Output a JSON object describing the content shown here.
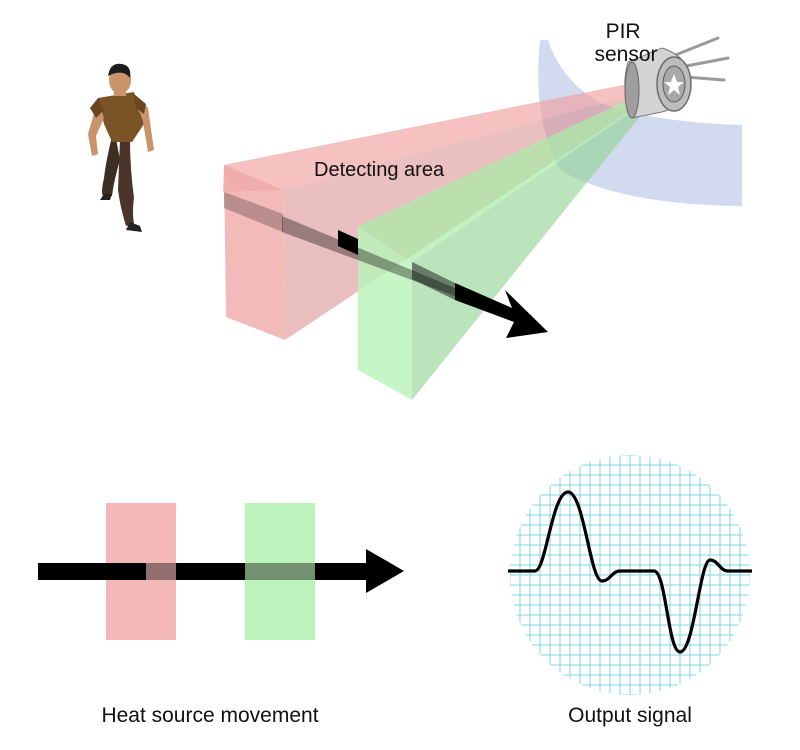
{
  "labels": {
    "sensor": [
      "PIR",
      "sensor"
    ],
    "detecting_area": "Detecting area",
    "heat_source_movement": "Heat source movement",
    "output_signal": "Output signal"
  },
  "icons": {
    "person": "walking-person-icon",
    "sensor": "pir-sensor-icon",
    "direction": "arrow-right-icon"
  },
  "colors": {
    "detect_zone_a": "#f0a0a0",
    "detect_zone_b": "#a6eea6",
    "field_of_view": "#c9d3ec",
    "grid": "#7fd6e6",
    "arrow": "#000000",
    "signal": "#000000"
  }
}
